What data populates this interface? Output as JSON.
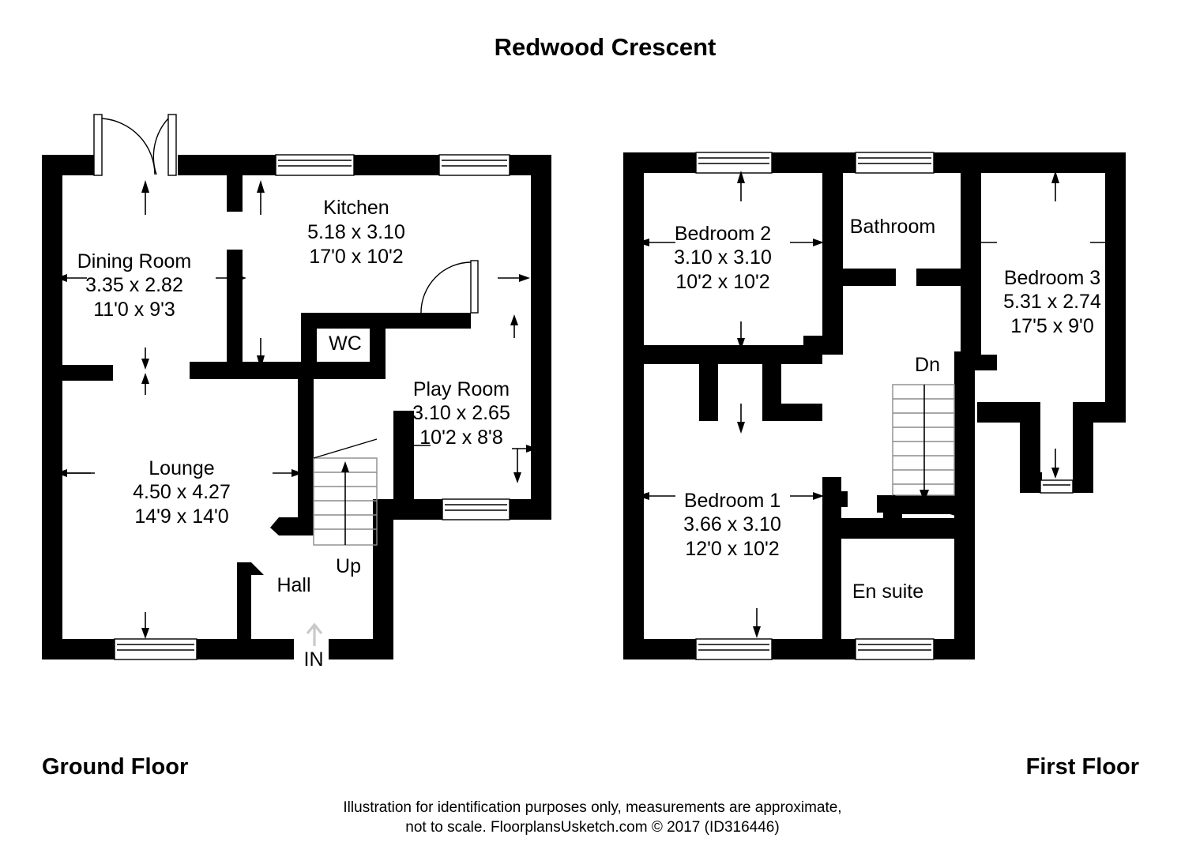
{
  "document": {
    "title": "Redwood Crescent",
    "footer_line1": "Illustration for identification purposes only, measurements are approximate,",
    "footer_line2": "not to scale. FloorplansUsketch.com © 2017 (ID316446)"
  },
  "colors": {
    "wall": "#000000",
    "background": "#ffffff",
    "stair_line": "#8c8c8c",
    "entry_arrow": "#c9c9c9"
  },
  "floors": [
    {
      "id": "ground-floor",
      "label": "Ground Floor",
      "rooms": [
        {
          "id": "dining-room",
          "name": "Dining Room",
          "metric": "3.35 x 2.82",
          "imperial": "11'0 x 9'3"
        },
        {
          "id": "kitchen",
          "name": "Kitchen",
          "metric": "5.18 x 3.10",
          "imperial": "17'0 x 10'2"
        },
        {
          "id": "wc",
          "name": "WC",
          "metric": "",
          "imperial": ""
        },
        {
          "id": "play-room",
          "name": "Play Room",
          "metric": "3.10 x 2.65",
          "imperial": "10'2 x 8'8"
        },
        {
          "id": "lounge",
          "name": "Lounge",
          "metric": "4.50 x 4.27",
          "imperial": "14'9 x 14'0"
        },
        {
          "id": "hall",
          "name": "Hall",
          "metric": "",
          "imperial": ""
        }
      ],
      "markers": [
        {
          "id": "stair-up",
          "label": "Up"
        },
        {
          "id": "entrance",
          "label": "IN"
        }
      ]
    },
    {
      "id": "first-floor",
      "label": "First Floor",
      "rooms": [
        {
          "id": "bedroom-2",
          "name": "Bedroom 2",
          "metric": "3.10 x 3.10",
          "imperial": "10'2 x 10'2"
        },
        {
          "id": "bathroom",
          "name": "Bathroom",
          "metric": "",
          "imperial": ""
        },
        {
          "id": "bedroom-3",
          "name": "Bedroom 3",
          "metric": "5.31 x 2.74",
          "imperial": "17'5 x 9'0"
        },
        {
          "id": "bedroom-1",
          "name": "Bedroom 1",
          "metric": "3.66 x 3.10",
          "imperial": "12'0 x 10'2"
        },
        {
          "id": "en-suite",
          "name": "En suite",
          "metric": "",
          "imperial": ""
        }
      ],
      "markers": [
        {
          "id": "stair-down",
          "label": "Dn"
        }
      ]
    }
  ]
}
